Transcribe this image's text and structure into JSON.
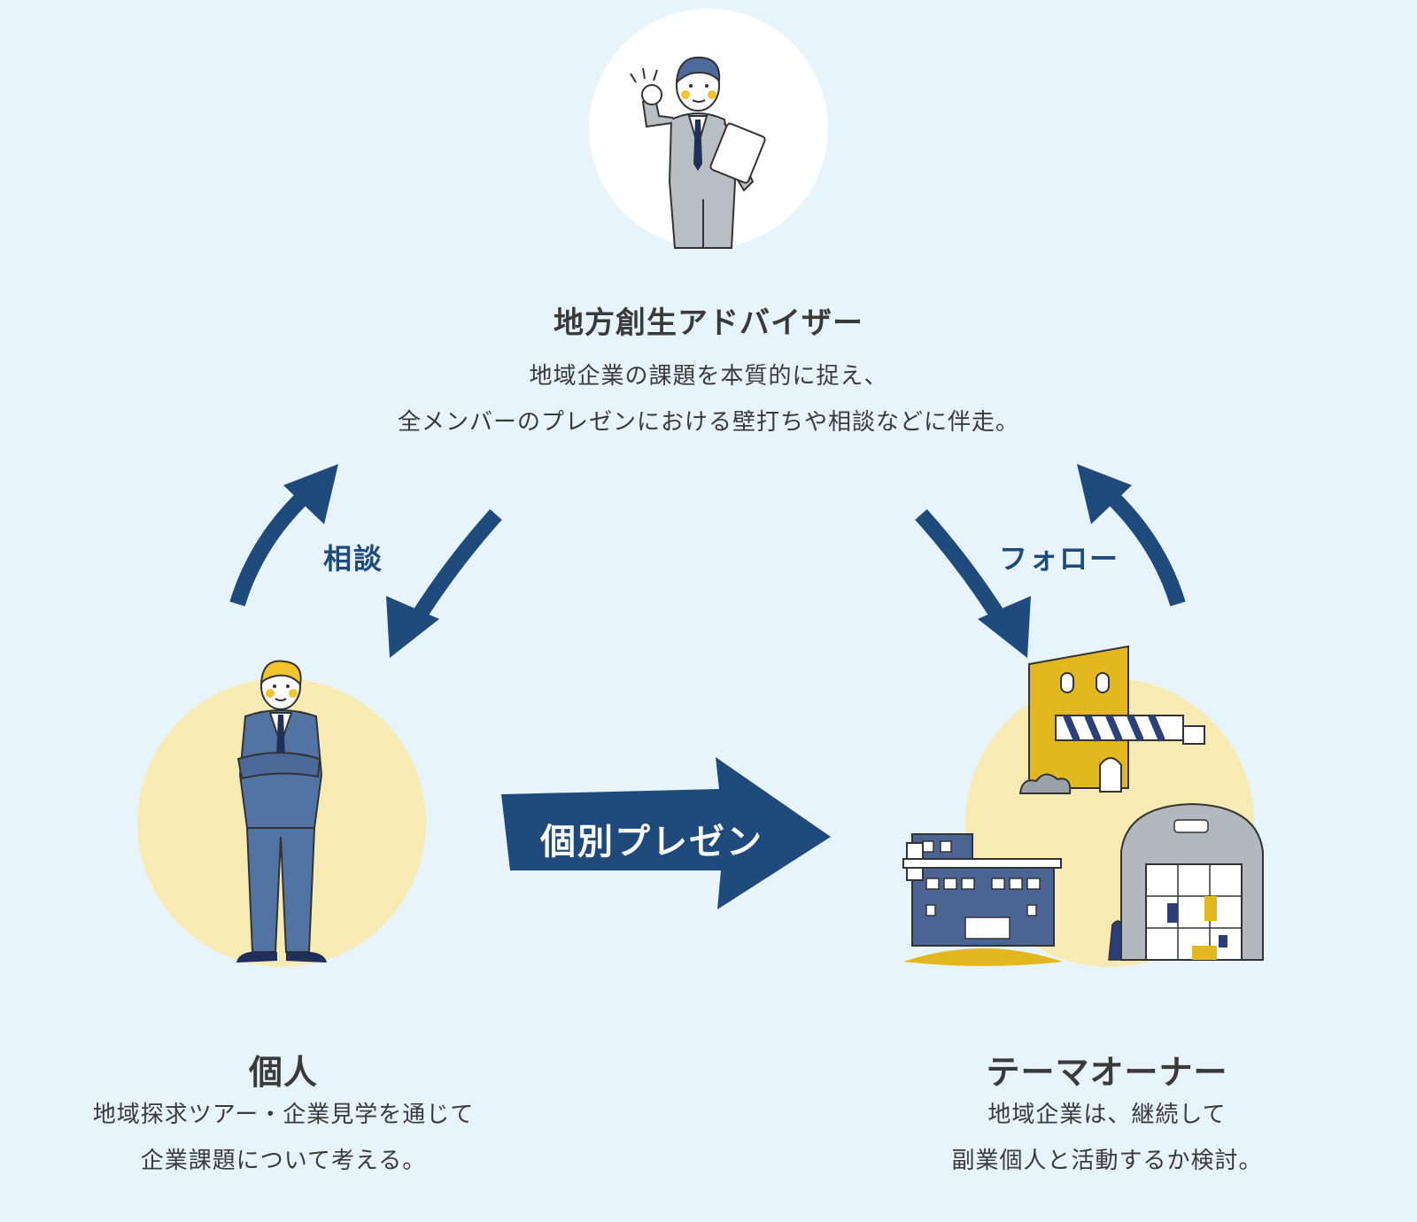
{
  "advisor": {
    "title": "地方創生アドバイザー",
    "desc_line1": "地域企業の課題を本質的に捉え、",
    "desc_line2": "全メンバーのプレゼンにおける壁打ちや相談などに伴走。"
  },
  "individual": {
    "title": "個人",
    "desc_line1": "地域探求ツアー・企業見学を通じて",
    "desc_line2": "企業課題について考える。"
  },
  "owner": {
    "title": "テーマオーナー",
    "desc_line1": "地域企業は、継続して",
    "desc_line2": "副業個人と活動するか検討。"
  },
  "flows": {
    "left_label": "相談",
    "right_label": "フォロー",
    "center_label": "個別プレゼン"
  },
  "colors": {
    "background": "#e8f4fb",
    "navy": "#1f4a7c",
    "yellow_circle": "#f7ebb3",
    "white_circle": "#ffffff"
  }
}
